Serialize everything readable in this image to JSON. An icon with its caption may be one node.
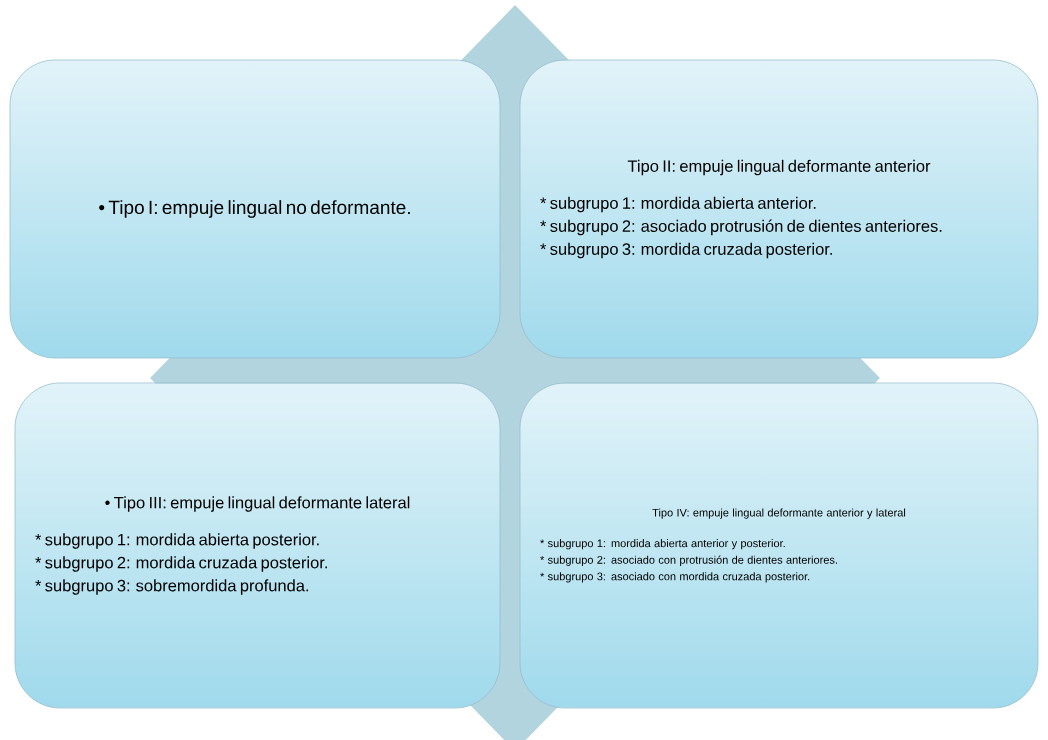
{
  "diagram": {
    "nodes": [
      {
        "text": [],
        "shape": "diamond"
      },
      {
        "text": [
          "• Tipo I: empuje lingual no deformante."
        ]
      },
      {
        "text": [
          "Tipo II: empuje lingual deformante anterior",
          "* subgrupo 1: mordida abierta anterior.",
          "* subgrupo 2: asociado protrusión de dientes anteriores.",
          "* subgrupo 3: mordida cruzada posterior."
        ]
      },
      {
        "text": [
          "• Tipo III: empuje lingual deformante lateral",
          "* subgrupo 1: mordida abierta posterior.",
          "* subgrupo 2: mordida cruzada posterior.",
          "* subgrupo 3: sobremordida profunda."
        ]
      },
      {
        "text": [
          "Tipo IV: empuje lingual deformante anterior y lateral",
          "* subgrupo 1: mordida abierta anterior y posterior.",
          "* subgrupo 2: asociado con protrusión de dientes anteriores.",
          "* subgrupo 3: asociado con mordida cruzada posterior."
        ]
      }
    ]
  }
}
